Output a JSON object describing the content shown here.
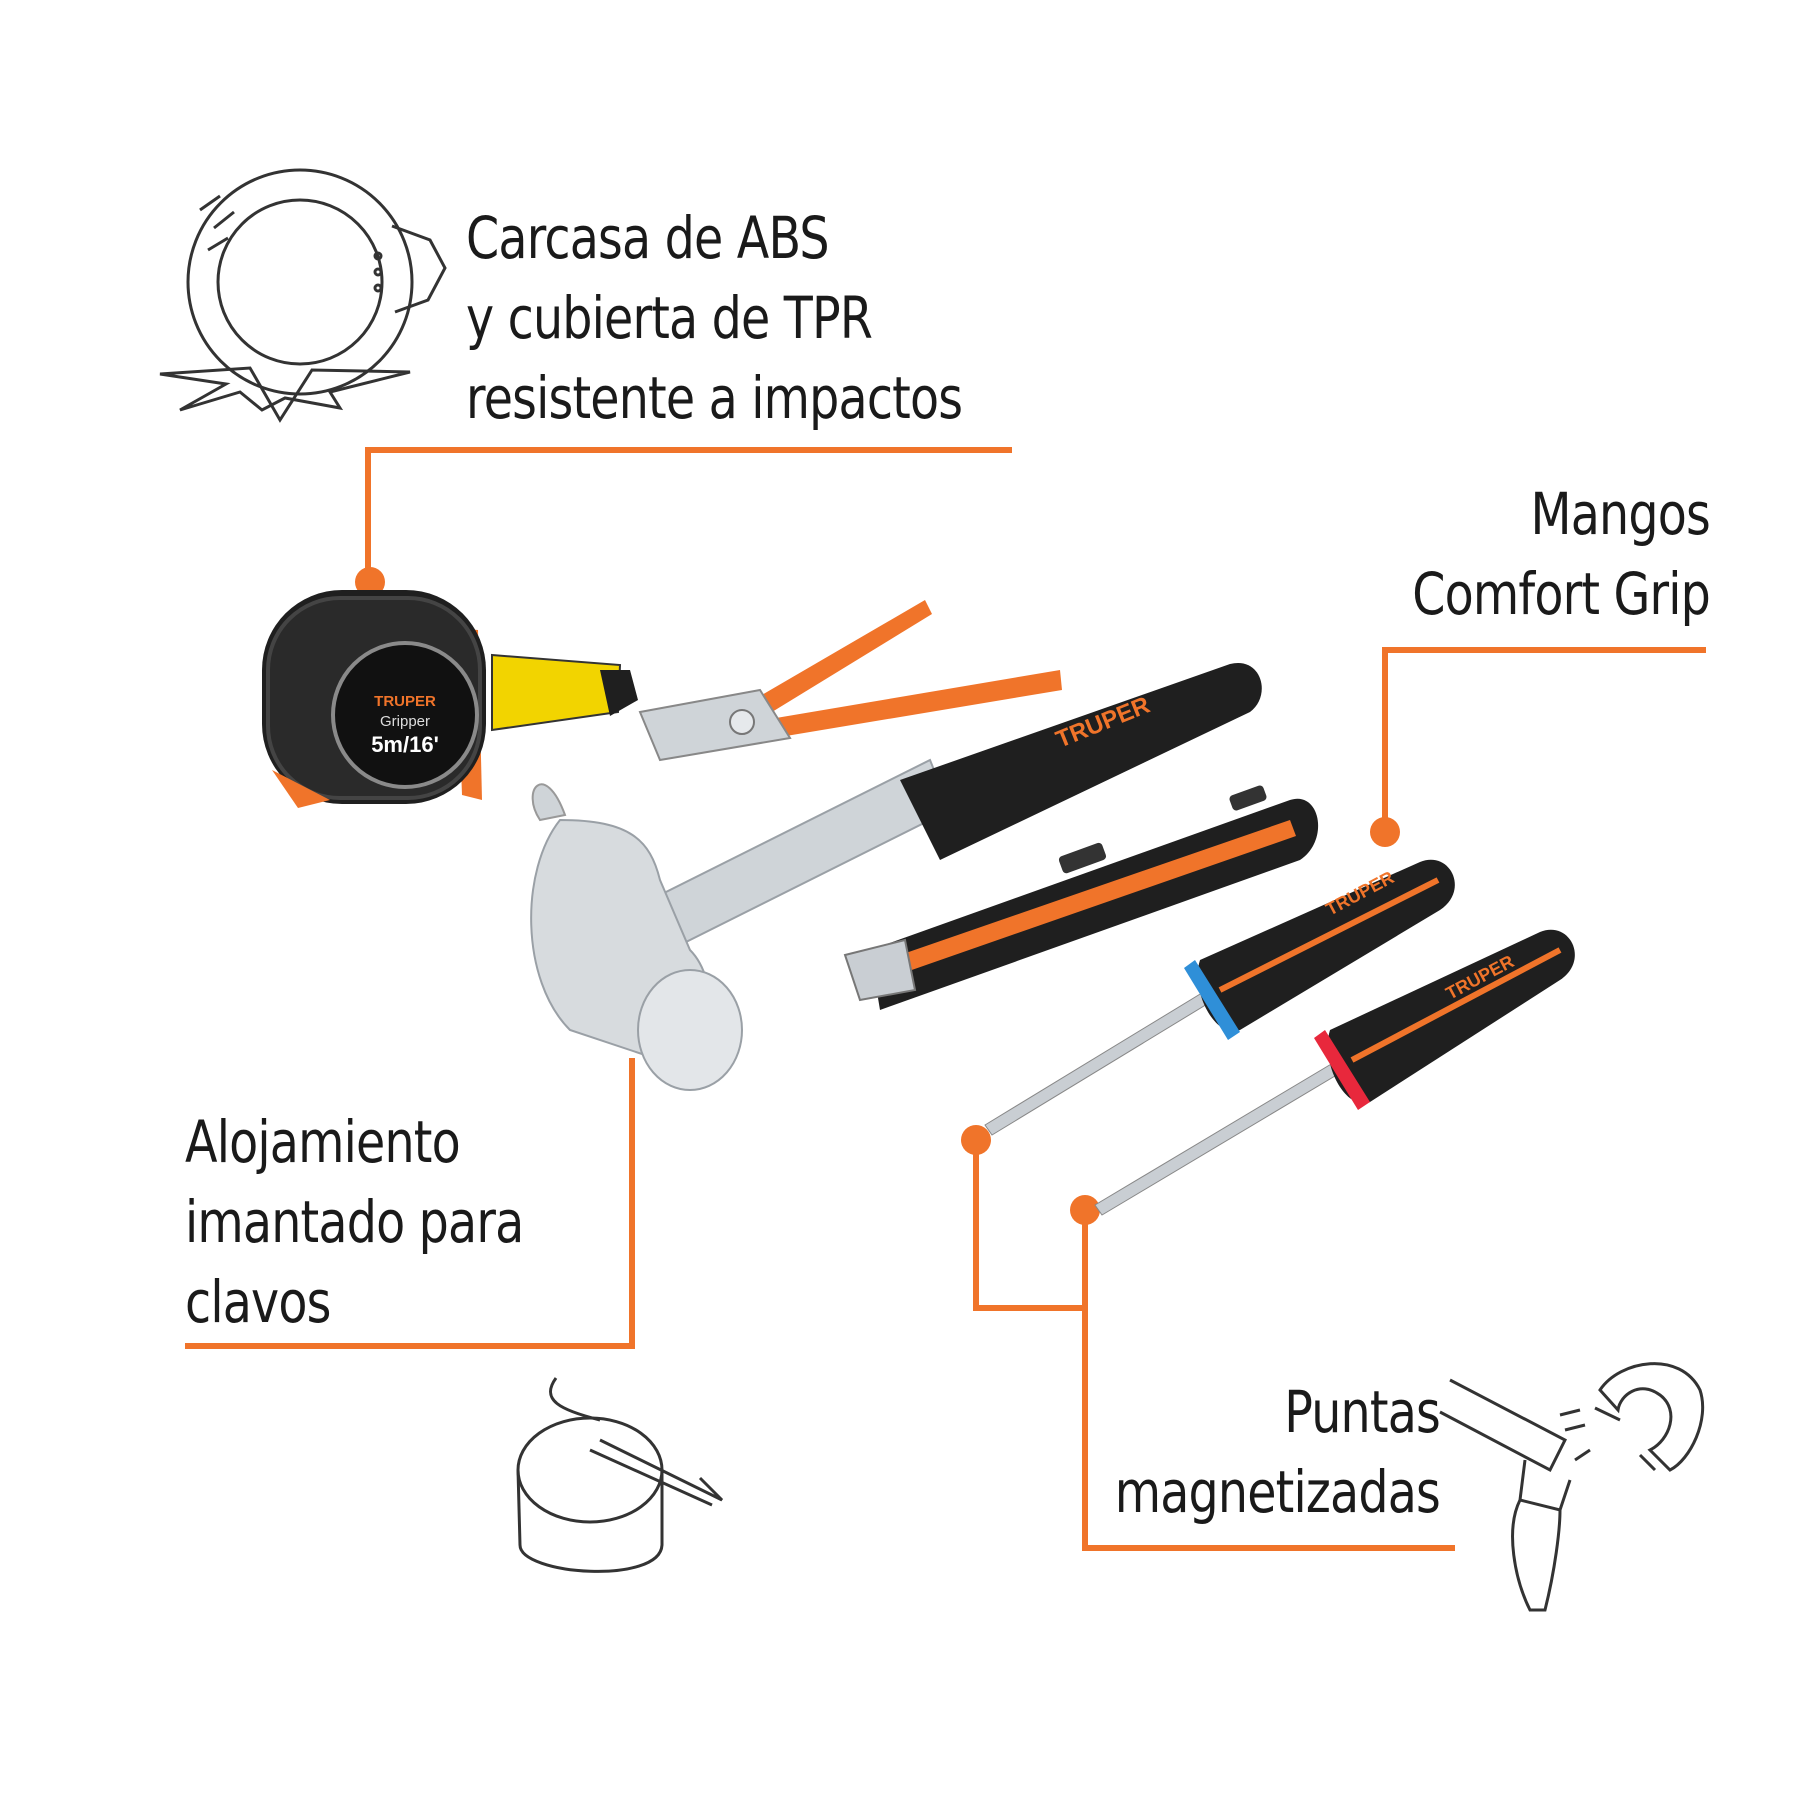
{
  "callouts": {
    "housing": {
      "lines": [
        "Carcasa de ABS",
        "y cubierta de TPR",
        "resistente a impactos"
      ]
    },
    "handles": {
      "lines": [
        "Mangos",
        "Comfort Grip"
      ]
    },
    "magnet_holder": {
      "lines": [
        "Alojamiento",
        "imantado para",
        "clavos"
      ]
    },
    "tips": {
      "lines": [
        "Puntas",
        "magnetizadas"
      ]
    }
  },
  "products": {
    "tape_measure": {
      "brand": "TRUPER",
      "model": "Gripper",
      "size": "5m/16'"
    },
    "hammer": {
      "brand": "TRUPER"
    },
    "cutter": {
      "brand": ""
    },
    "screwdriver_phillips": {
      "brand": "TRUPER",
      "band_color": "#2f8fd8"
    },
    "screwdriver_flat": {
      "brand": "TRUPER",
      "band_color": "#e8283c"
    }
  },
  "colors": {
    "accent": "#f0742a",
    "dark": "#1f1f1f",
    "steel": "#c9ced3"
  }
}
